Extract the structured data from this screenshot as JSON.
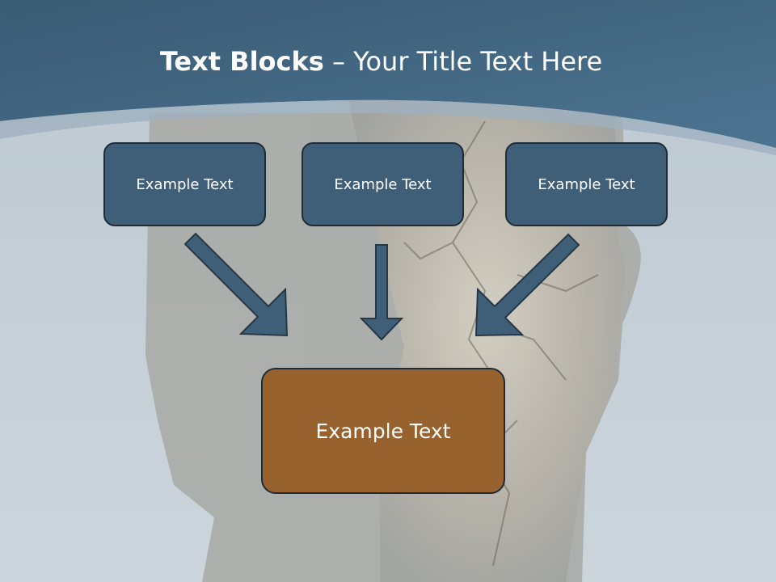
{
  "slide": {
    "title_bold": "Text Blocks",
    "title_rest": " – Your Title Text Here",
    "blocks": [
      {
        "text": "Example Text"
      },
      {
        "text": "Example Text"
      },
      {
        "text": "Example Text"
      }
    ],
    "target": {
      "text": "Example Text"
    }
  },
  "colors": {
    "header": "#3f6480",
    "block_fill": "#3f5e77",
    "target_fill": "#98622f",
    "arrow": "#3f5e77"
  }
}
